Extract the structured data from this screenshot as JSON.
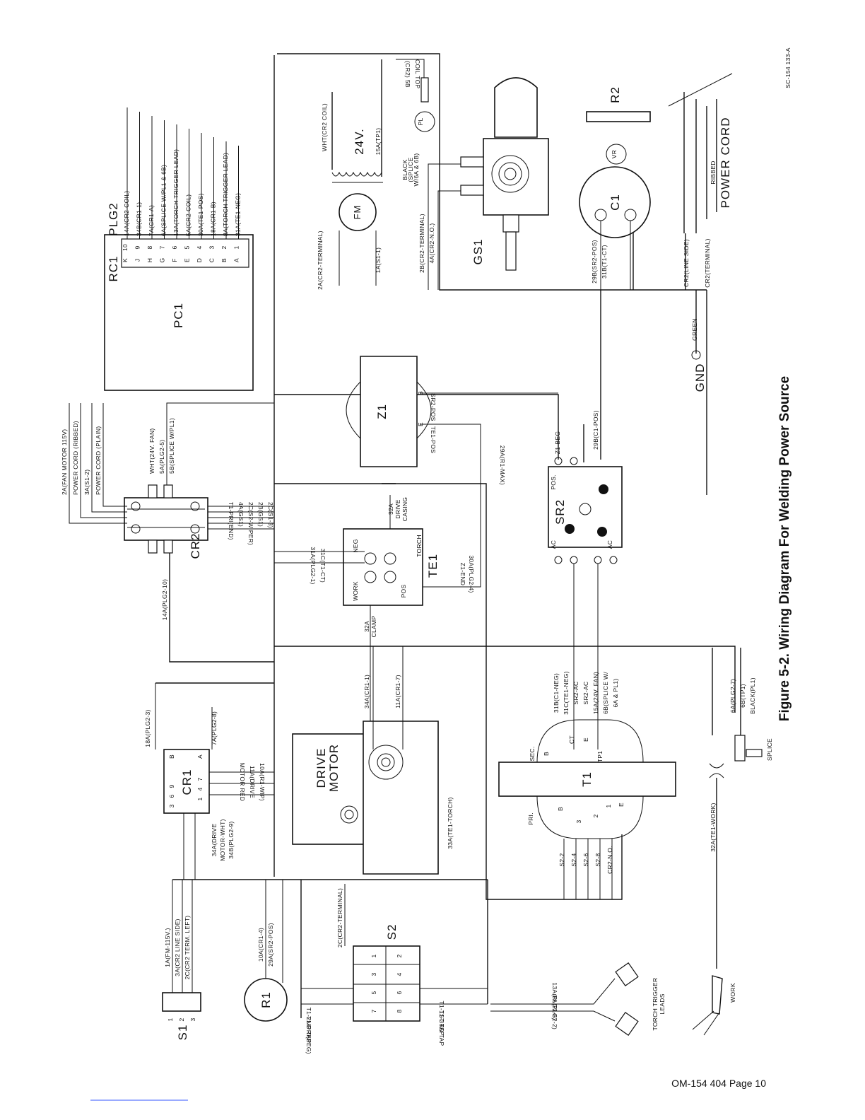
{
  "figure": {
    "caption": "Figure 5-2. Wiring Diagram For Welding Power Source",
    "drawing_no": "SC-154 133-A",
    "footer": "OM-154 404 Page 10"
  },
  "components": {
    "pc1": "PC1",
    "rc1": "RC1",
    "plg2": "PLG2",
    "cr1": "CR1",
    "cr2": "CR2",
    "te1": "TE1",
    "z1": "Z1",
    "sr2": "SR2",
    "t1": "T1",
    "s1": "S1",
    "s2": "S2",
    "r1": "R1",
    "r2": "R2",
    "c1": "C1",
    "gs1": "GS1",
    "fm": "FM",
    "vr": "VR",
    "pl1": "PL",
    "drive_motor_1": "DRIVE",
    "drive_motor_2": "MOTOR",
    "transformer_24v": "24V.",
    "power_cord": "POWER CORD",
    "gnd": "GND",
    "green": "GREEN",
    "ribbed": "RIBBED",
    "work": "WORK",
    "splice": "SPLICE",
    "torch_trigger_1": "TORCH TRIGGER",
    "torch_trigger_2": "LEADS",
    "coil_top": "COIL TOP",
    "cr2_5b": "(CR2) 5B"
  },
  "plg2": {
    "letters": [
      "K",
      "J",
      "H",
      "G",
      "F",
      "E",
      "D",
      "C",
      "B",
      "A"
    ],
    "numbers": [
      "10",
      "9",
      "8",
      "7",
      "6",
      "5",
      "4",
      "3",
      "2",
      "1"
    ],
    "wires": [
      "14A(CR2-COIL)",
      "34B(CR1-1)",
      "7A(CR1-A)",
      "6A(SPLICE W/PL1 & 6B)",
      "13A(TORCH TRIGGER LEAD)",
      "5A(CR2-COIL)",
      "30A(TE1-POS)",
      "18A(CR1 B)",
      "8A(TORCH TRIGGER LEAD)",
      "31A(TE1-NEG)"
    ]
  },
  "cr2_wires": {
    "top": [
      "2A(FAN MOTOR 115V)",
      "POWER CORD (RIBBED)",
      "3A(S1-2)",
      "POWER CORD (PLAIN)"
    ],
    "top_right": [
      "WHT(24V. FAN)",
      "5A(PLG2-5)",
      "5B(SPLICE W/PL1)"
    ],
    "right": [
      "T1-PRI(END)",
      "4A(GS1)",
      "2C(S2-WIPER)",
      "2B(GS1)",
      "2C(S1-3)"
    ],
    "bottom": "14A(PLG2-10)"
  },
  "te1_wires": {
    "left": [
      "31A(PLG2-1)",
      "31C(T1-CT)"
    ],
    "right": [
      "Z1-END",
      "30A(PLG2-4)"
    ],
    "terminals": [
      "NEG",
      "TORCH",
      "WORK",
      "POS"
    ],
    "drive_casing": [
      "32A",
      "DRIVE",
      "CASING"
    ],
    "clamp": [
      "32A",
      "CLAMP"
    ]
  },
  "z1_wires": [
    "B",
    "E",
    "SR2-POS",
    "TE1-POS",
    "Z1-BEG",
    "29A(R1-MAX)",
    "29B(C1-POS)"
  ],
  "sr2_labels": [
    "POS.",
    "AC",
    "AC"
  ],
  "fan_wires": [
    "2A(CR2-TERMINAL)",
    "1A(S1-1)",
    "WHT(CR2 COIL)",
    "15A(TP1)",
    "BLACK",
    "(SPLICE",
    "W/6A & 6B)"
  ],
  "gs1_wires": [
    "2B(CR2-TERMINAL)",
    "4A(CR2-N.O.)"
  ],
  "c1_wires": [
    "29B(SR2-POS)",
    "31B(T1-CT)"
  ],
  "power_cord_wires": [
    "CR2(LINE SIDE)",
    "CR2(TERMINAL)"
  ],
  "cr1": {
    "top": [
      "3",
      "6",
      "9"
    ],
    "mid": [
      "1",
      "4",
      "7"
    ],
    "letters": [
      "B",
      "A"
    ],
    "wires_top": [
      "18A(PLG2-3)",
      "7A(PLG2-8)"
    ],
    "wires_right": [
      "MOTOR RED",
      "11A(DRIVE",
      "10A(R1-WIP)"
    ],
    "wires_left": [
      "34A(DRIVE",
      "MOTOR-WHT)",
      "34B(PLG2-9)"
    ]
  },
  "motor_wires": [
    "34A(CR1-1)",
    "11A(CR1-7)",
    "33A(TE1-TORCH)"
  ],
  "t1_wires": {
    "sec": [
      "31B(C1-NEG)",
      "31C(TE1-NEG)",
      "SR2-AC",
      "SR2-AC",
      "15A(24V. FAN)",
      "6B(SPLICE W/",
      "6A & PL1)"
    ],
    "pri": [
      "S2-2",
      "S2-4",
      "S2-6",
      "S2-8",
      "CR2-N.O."
    ],
    "taps": [
      "SEC.",
      "PRI.",
      "CT",
      "E",
      "B",
      "TP1",
      "B",
      "3",
      "2",
      "1",
      "E"
    ]
  },
  "right_bottom_wires": [
    "6A(PLG2-7)",
    "6B(TP1)",
    "BLACK(PL1)",
    "32A(TE1-WORK)"
  ],
  "s1_wires": [
    "1A(FM-115V.)",
    "3A(CR2 LINE SIDE)",
    "2C(CR2 TERM. LEFT)"
  ],
  "s1_terms": [
    "1",
    "2",
    "3"
  ],
  "r1_wires": [
    "10A(CR1-4)",
    "29A(SR2-POS)"
  ],
  "s2_wires": {
    "top": "2C(CR2-TERMINAL)",
    "left": [
      "T1-2ND TAP",
      "T1-PRI(BEG)"
    ],
    "right": [
      "T1-1ST TAP",
      "T1-3RD TAP"
    ],
    "torch": [
      "13A(PLG2-6)",
      "8A(PLG2-2)"
    ],
    "terms": [
      "1",
      "3",
      "5",
      "7",
      "2",
      "4",
      "6",
      "8"
    ]
  }
}
